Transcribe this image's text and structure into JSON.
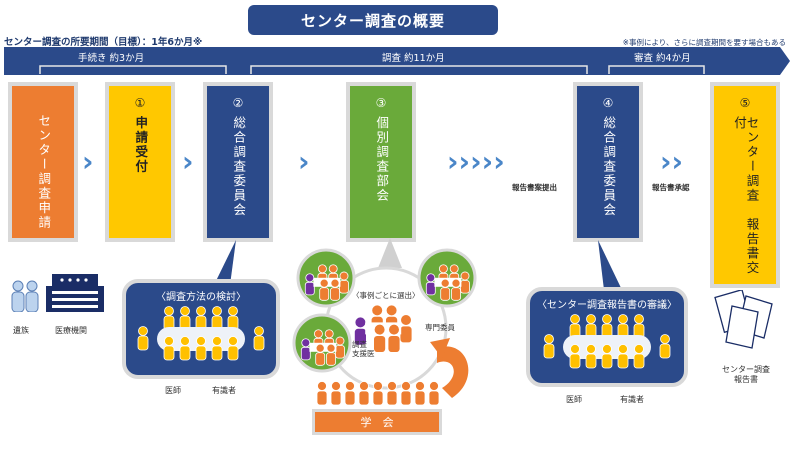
{
  "title": "センター調査の概要",
  "period_label": "センター調査の所要期間（目標）：1年6か月※",
  "note": "※事例により、さらに調査期間を要す場合もある",
  "phases": [
    {
      "label": "手続き 約3か月"
    },
    {
      "label": "調査 約11か月"
    },
    {
      "label": "審査 約4か月"
    }
  ],
  "stages": [
    {
      "num": "",
      "label": "センター調査申請",
      "color": "#ed7d31"
    },
    {
      "num": "①",
      "label": "申請受付",
      "color": "#ffc800"
    },
    {
      "num": "②",
      "label": "総合調査委員会",
      "color": "#2b4a8a"
    },
    {
      "num": "③",
      "label": "個別調査部会",
      "color": "#6aaa3a"
    },
    {
      "num": "④",
      "label": "総合調査委員会",
      "color": "#2b4a8a"
    },
    {
      "num": "⑤",
      "label": "センター調査　報告書交付",
      "color": "#ffc800"
    }
  ],
  "arrows": {
    "chevron": "›",
    "report_submit": "報告書案提出",
    "report_approve": "報告書承認"
  },
  "left_icons": {
    "family": "遺族",
    "hospital": "医療機関"
  },
  "bubble_method": {
    "title": "〈調査方法の検討〉",
    "captions": [
      "医師",
      "有識者"
    ]
  },
  "bubble_case": {
    "title": "〈事例ごとに選出〉",
    "specialist": "専門委員",
    "support_doctor": "調査\n支援医",
    "society": "学　会"
  },
  "bubble_review": {
    "title": "〈センター調査報告書の審議〉",
    "captions": [
      "医師",
      "有識者"
    ]
  },
  "report_doc": {
    "caption_line1": "センター調査",
    "caption_line2": "報告書"
  }
}
